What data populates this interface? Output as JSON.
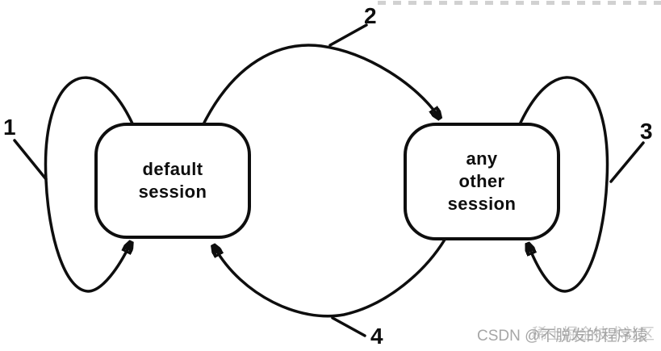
{
  "diagram": {
    "type": "state-transition-diagram",
    "states": [
      {
        "id": "default-session",
        "lines": [
          "default",
          "session"
        ]
      },
      {
        "id": "any-other-session",
        "lines": [
          "any",
          "other",
          "session"
        ]
      }
    ],
    "transitions": [
      {
        "label": "1",
        "from": "default session",
        "to": "default session",
        "kind": "self-loop-left"
      },
      {
        "label": "2",
        "from": "default session",
        "to": "any other session",
        "kind": "top-curve"
      },
      {
        "label": "3",
        "from": "any other session",
        "to": "any other session",
        "kind": "self-loop-right"
      },
      {
        "label": "4",
        "from": "any other session",
        "to": "default session",
        "kind": "bottom-curve"
      }
    ],
    "colors": {
      "stroke": "#0e0e0e",
      "background": "#ffffff",
      "watermark": "#a6a6a6"
    }
  },
  "watermark": {
    "text": "CSDN @不脱发的程序猿",
    "overlay_text": "稀土掘金技术社区"
  }
}
